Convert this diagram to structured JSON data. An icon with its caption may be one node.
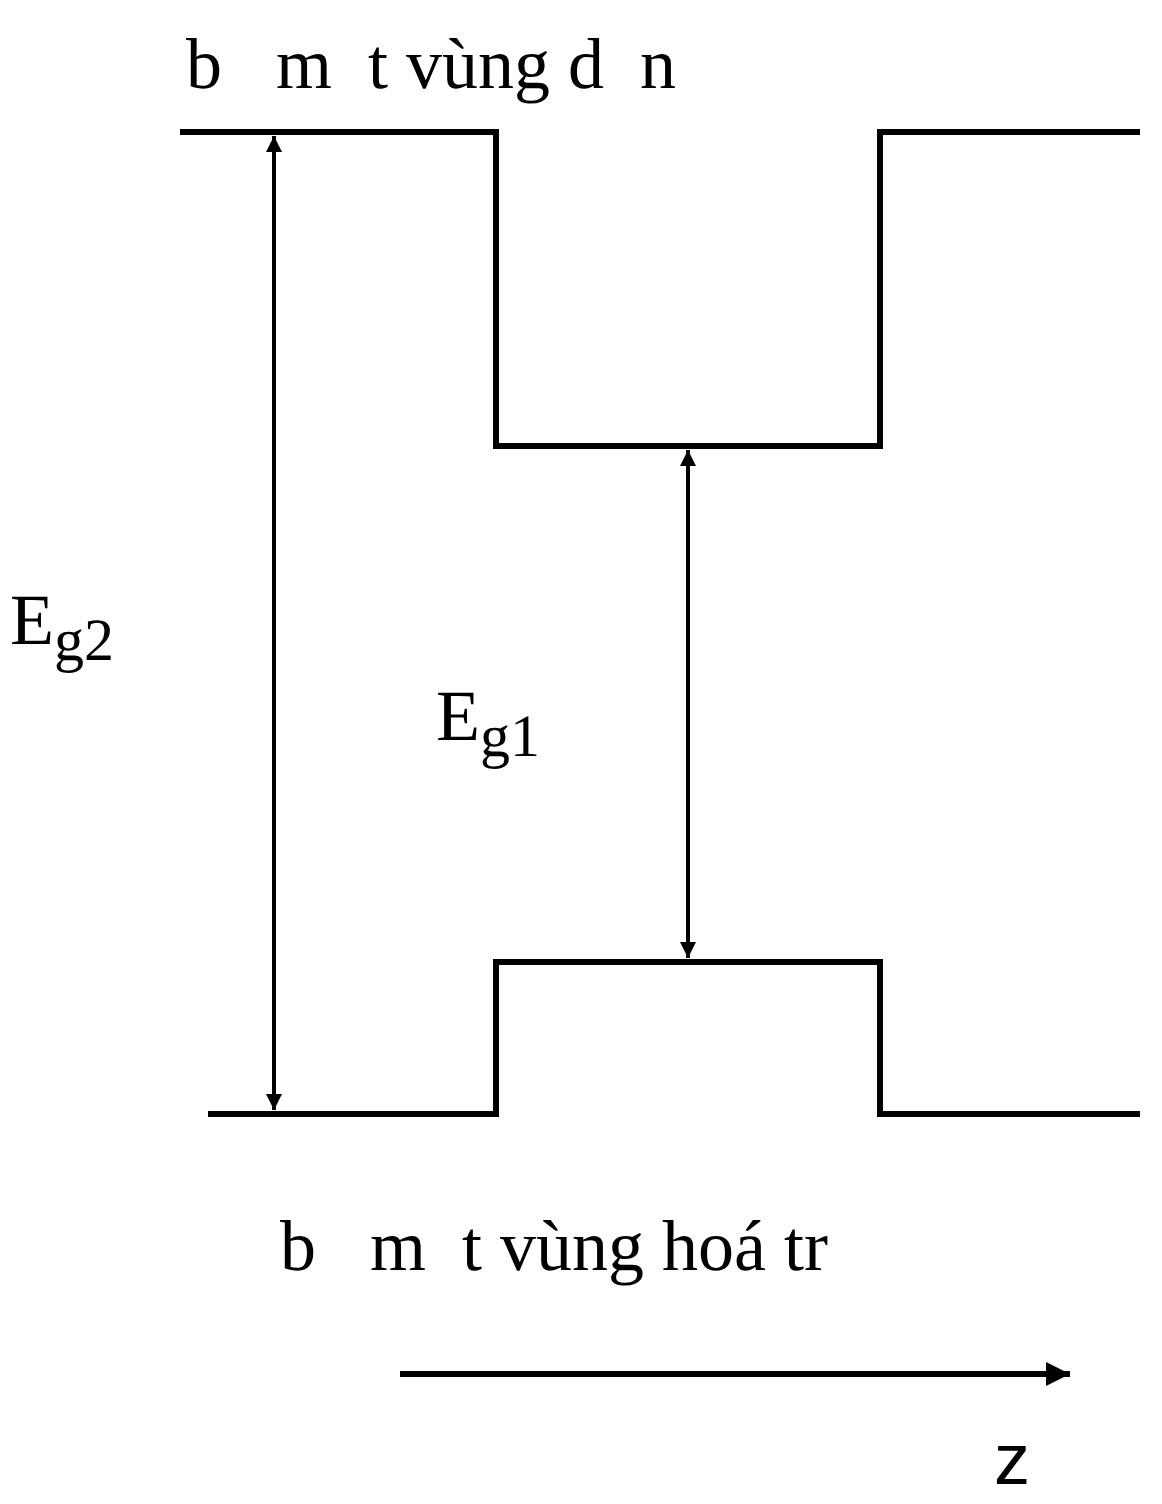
{
  "diagram": {
    "labels": [
      "b   m  t vùng d  n",
      "E$_{g2}$",
      "E$_{g1}$",
      "b   m  t vùng hoá tr",
      "z"
    ]
  }
}
